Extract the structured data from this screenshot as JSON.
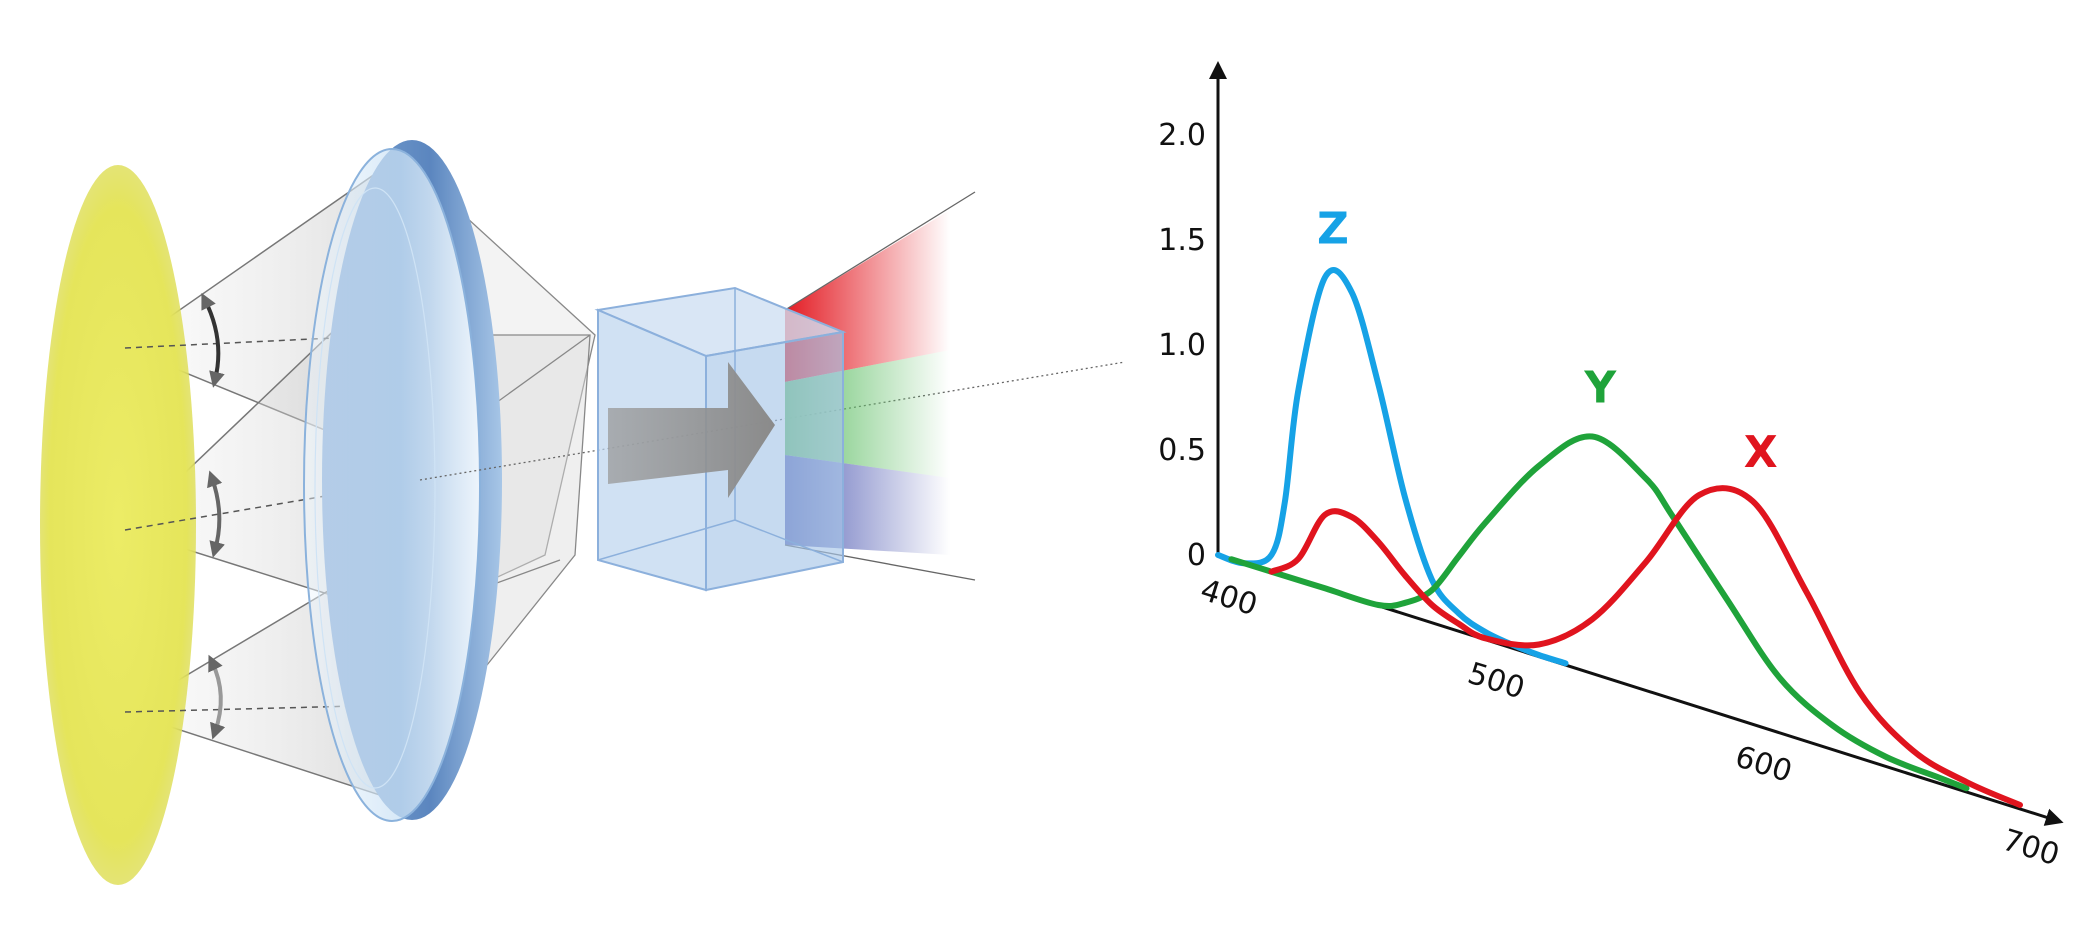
{
  "colors": {
    "x": "#e0141e",
    "y": "#1fa33a",
    "z": "#16a2e6",
    "yellow_source": "#e6e65a",
    "lens": "#9ec3e6",
    "cube": "#8fb6e0"
  },
  "optics": {
    "icons": [
      "yellow-source-icon",
      "lens-icon",
      "cube-prism-icon",
      "arrow-icon"
    ]
  },
  "chart_data": {
    "type": "line",
    "xlim": [
      400,
      700
    ],
    "ylim": [
      0,
      2.0
    ],
    "x_ticks": [
      "400",
      "500",
      "600",
      "700"
    ],
    "y_ticks": [
      "0",
      "0.5",
      "1.0",
      "1.5",
      "2.0"
    ],
    "series": [
      {
        "name": "Z",
        "color": "#16a2e6",
        "x": [
          400,
          410,
          420,
          425,
          430,
          440,
          450,
          460,
          470,
          480,
          490,
          500,
          510,
          520,
          530
        ],
        "y": [
          0,
          0.0,
          0.08,
          0.35,
          0.9,
          1.48,
          1.45,
          1.05,
          0.55,
          0.2,
          0.08,
          0.03,
          0.01,
          0.0,
          0.0
        ]
      },
      {
        "name": "Y",
        "color": "#1fa33a",
        "x": [
          405,
          420,
          440,
          460,
          470,
          480,
          490,
          500,
          520,
          540,
          560,
          570,
          590,
          610,
          630,
          650,
          670,
          680
        ],
        "y": [
          0.0,
          0.0,
          0.0,
          0.0,
          0.05,
          0.15,
          0.35,
          0.55,
          0.9,
          1.12,
          1.0,
          0.86,
          0.55,
          0.25,
          0.1,
          0.03,
          0.01,
          0.0
        ]
      },
      {
        "name": "X",
        "color": "#e0141e",
        "x": [
          420,
          430,
          440,
          450,
          460,
          470,
          480,
          490,
          500,
          520,
          540,
          560,
          580,
          600,
          620,
          640,
          660,
          680,
          700
        ],
        "y": [
          0.0,
          0.1,
          0.35,
          0.38,
          0.3,
          0.18,
          0.08,
          0.03,
          0.0,
          0.05,
          0.25,
          0.6,
          1.0,
          1.05,
          0.7,
          0.3,
          0.1,
          0.03,
          0.0
        ]
      }
    ]
  }
}
